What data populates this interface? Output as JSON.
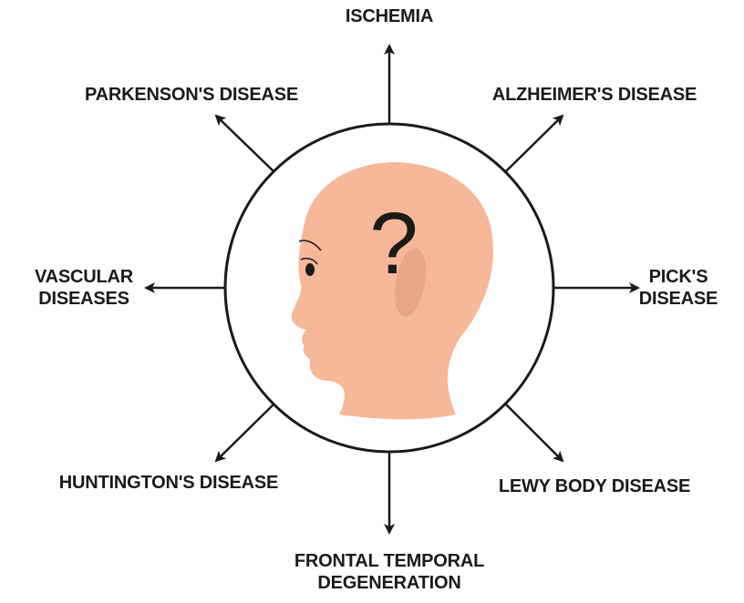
{
  "diagram": {
    "center_symbol": "?",
    "labels": {
      "top": "ISCHEMIA",
      "top_left": "PARKENSON'S DISEASE",
      "top_right": "ALZHEIMER'S DISEASE",
      "left_line1": "VASCULAR",
      "left_line2": "DISEASES",
      "right_line1": "PICK'S",
      "right_line2": "DISEASE",
      "bottom_left": "HUNTINGTON'S DISEASE",
      "bottom_right": "LEWY BODY DISEASE",
      "bottom_line1": "FRONTAL TEMPORAL",
      "bottom_line2": "DEGENERATION"
    },
    "colors": {
      "skin": "#f6b899",
      "skin_shade": "#eaa587",
      "outline": "#1a1a1a",
      "text": "#1a1a1a"
    }
  }
}
